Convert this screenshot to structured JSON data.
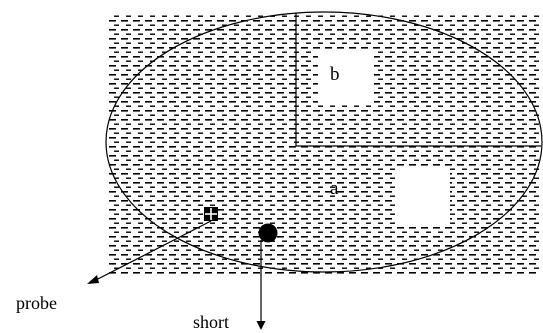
{
  "diagram": {
    "labels": {
      "region_a": "a",
      "region_b": "b",
      "probe": "probe",
      "short": "short"
    },
    "elements": {
      "background_pattern": "dashed-hatch",
      "outer_shape": "ellipse",
      "probe_marker": "square-cross-marker",
      "short_marker": "filled-circle"
    },
    "colors": {
      "hatch": "#000000",
      "background": "#ffffff",
      "ink": "#000000"
    }
  }
}
